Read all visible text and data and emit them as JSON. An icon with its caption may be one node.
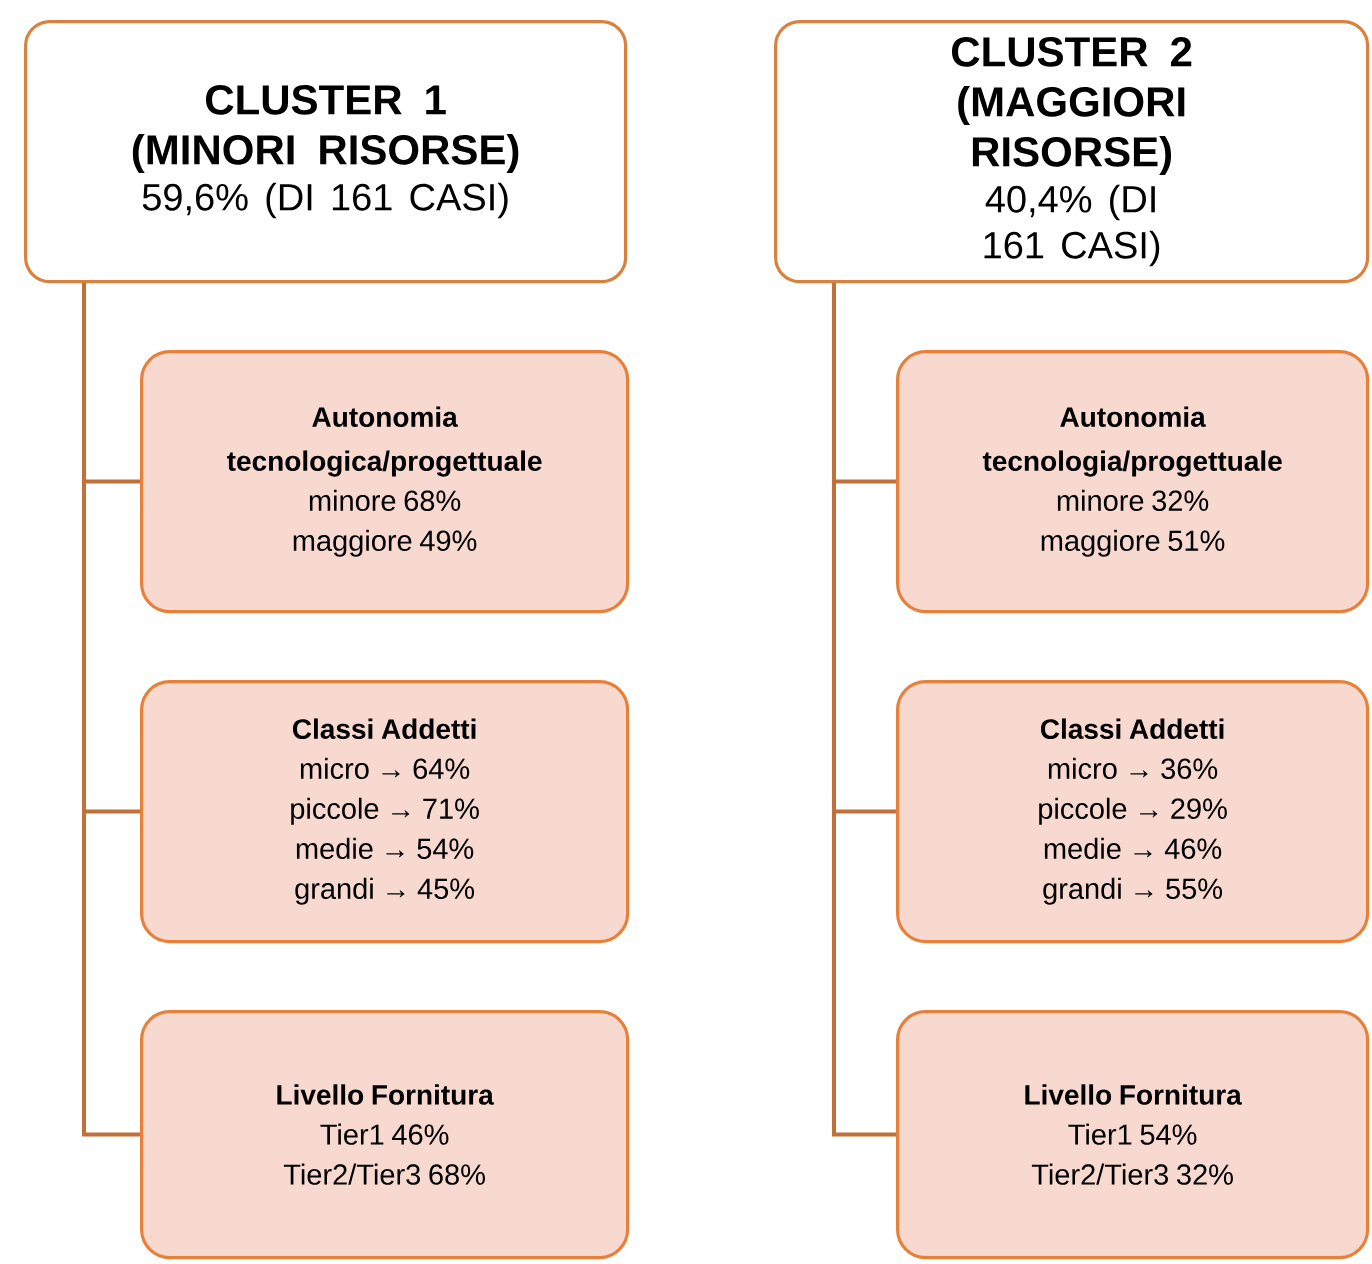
{
  "diagram": {
    "nodes": [
      {
        "text": [
          "CLUSTER 1 (MINORI RISORSE)",
          "59,6% (DI 161 CASI)"
        ]
      },
      {
        "text": [
          "Autonomia tecnologica/progettuale",
          "minore 68%",
          "maggiore 49%"
        ]
      },
      {
        "text": [
          "Classi Addetti",
          "micro → 64%",
          "piccole → 71%",
          "medie → 54%",
          "grandi → 45%"
        ]
      },
      {
        "text": [
          "Livello Fornitura",
          "Tier1 46%",
          "Tier2/Tier3 68%"
        ]
      },
      {
        "text": [
          "CLUSTER 2 (MAGGIORI RISORSE)",
          "40,4% (DI 161 CASI)"
        ]
      },
      {
        "text": [
          "Autonomia tecnologia/progettuale",
          "minore 32%",
          "maggiore 51%"
        ]
      },
      {
        "text": [
          "Classi Addetti",
          "micro → 36%",
          "piccole → 29%",
          "medie → 46%",
          "grandi → 55%"
        ]
      },
      {
        "text": [
          "Livello Fornitura",
          "Tier1 54%",
          "Tier2/Tier3 32%"
        ]
      }
    ],
    "edges": [
      {
        "from": 0,
        "to": 1,
        "arrow": "none"
      },
      {
        "from": 0,
        "to": 2,
        "arrow": "none"
      },
      {
        "from": 0,
        "to": 3,
        "arrow": "none"
      },
      {
        "from": 4,
        "to": 5,
        "arrow": "none"
      },
      {
        "from": 4,
        "to": 6,
        "arrow": "none"
      },
      {
        "from": 4,
        "to": 7,
        "arrow": "none"
      }
    ]
  }
}
